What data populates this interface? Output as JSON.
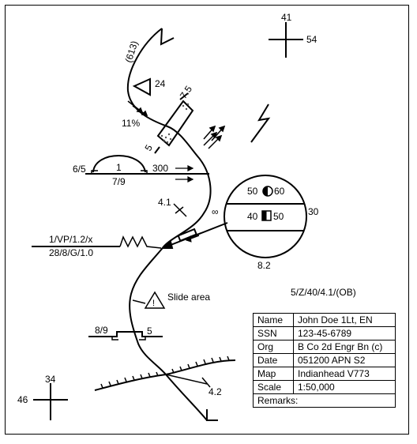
{
  "grid_refs": {
    "top_right": {
      "north": "41",
      "east": "54"
    },
    "bottom_left": {
      "north": "34",
      "east": "46"
    }
  },
  "route_label": "(613)",
  "labels": {
    "wind_24": "24",
    "pct_11": "11%",
    "bridge_top": "7.5",
    "bridge_bottom": "5",
    "ford_left": "6/5",
    "ford_mid": "1",
    "ford_right": "300",
    "ford_under": "7/9",
    "pt_41": "4.1",
    "infinity": "∞",
    "circle_a_left": "50",
    "circle_a_right": "60",
    "circle_b_left": "40",
    "circle_b_right": "50",
    "circle_right": "30",
    "circle_bottom": "8.2",
    "obstacle_top": "1/VP/1.2/x",
    "obstacle_bottom": "28/8/G/1.0",
    "slide_area": "Slide area",
    "slide_mark": "!",
    "code_right": "5/Z/40/4.1/(OB)",
    "gap_left": "8/9",
    "gap_right": "5",
    "pt_42": "4.2"
  },
  "legend": [
    {
      "key": "Name",
      "value": "John Doe 1Lt, EN"
    },
    {
      "key": "SSN",
      "value": "123-45-6789"
    },
    {
      "key": "Org",
      "value": "B Co 2d Engr Bn (c)"
    },
    {
      "key": "Date",
      "value": "051200 APN S2"
    },
    {
      "key": "Map",
      "value": "Indianhead V773"
    },
    {
      "key": "Scale",
      "value": "1:50,000"
    }
  ],
  "remarks_label": "Remarks:"
}
